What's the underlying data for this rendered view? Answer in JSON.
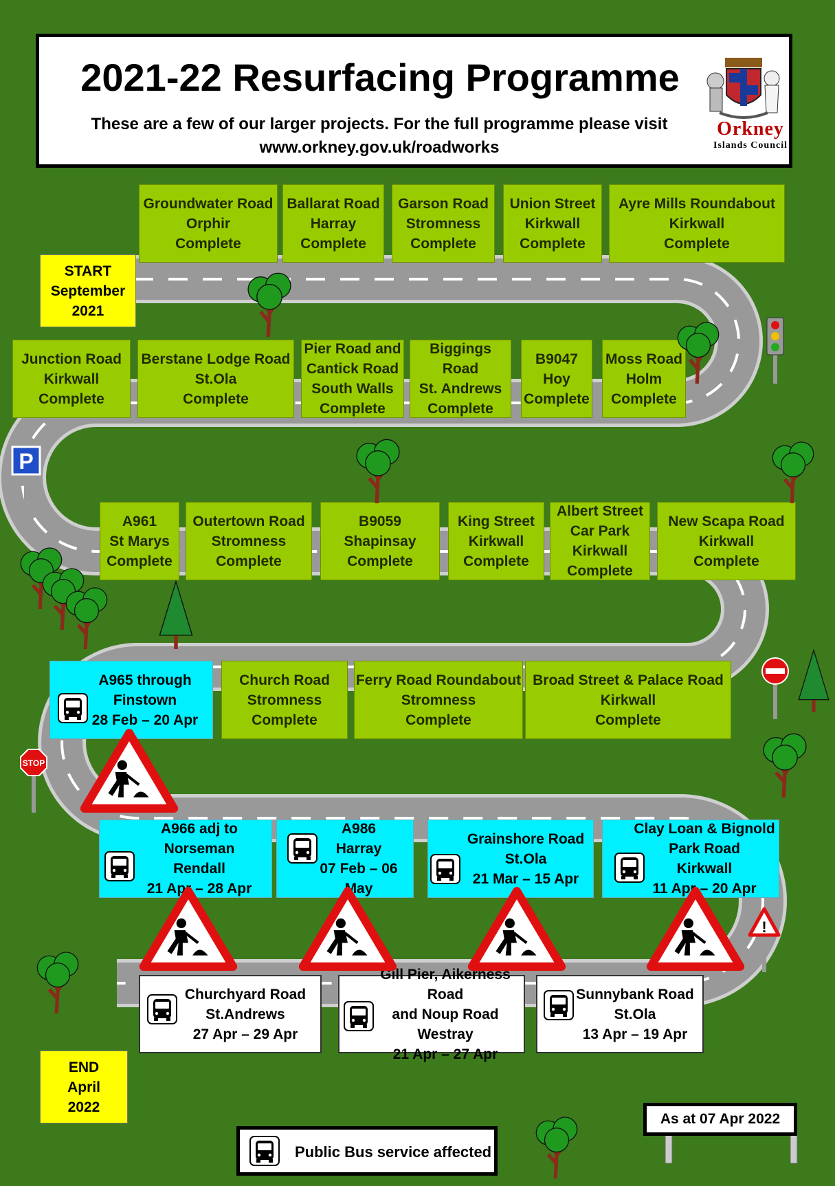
{
  "header": {
    "title": "2021-22 Resurfacing Programme",
    "subtitle_line1": "These are a few of our larger projects. For the full programme please visit",
    "subtitle_line2": "www.orkney.gov.uk/roadworks",
    "logo_name_1": "Orkney",
    "logo_name_2": "Islands Council"
  },
  "start": {
    "label": "START\nSeptember\n2021"
  },
  "end": {
    "label": "END\nApril\n2022"
  },
  "row1": [
    {
      "text": "Groundwater Road\nOrphir\nComplete"
    },
    {
      "text": "Ballarat Road\nHarray\nComplete"
    },
    {
      "text": "Garson Road\nStromness\nComplete"
    },
    {
      "text": "Union Street\nKirkwall\nComplete"
    },
    {
      "text": "Ayre Mills Roundabout\nKirkwall\nComplete"
    }
  ],
  "row2": [
    {
      "text": "Junction Road\nKirkwall\nComplete"
    },
    {
      "text": "Berstane Lodge Road\nSt.Ola\nComplete"
    },
    {
      "text": "Pier Road and\nCantick Road\nSouth Walls\nComplete"
    },
    {
      "text": "Biggings Road\nSt. Andrews\nComplete"
    },
    {
      "text": "B9047\nHoy\nComplete"
    },
    {
      "text": "Moss Road\nHolm\nComplete"
    }
  ],
  "row3": [
    {
      "text": "A961\nSt Marys\nComplete"
    },
    {
      "text": "Outertown Road\nStromness\nComplete"
    },
    {
      "text": "B9059\nShapinsay\nComplete"
    },
    {
      "text": "King Street\nKirkwall\nComplete"
    },
    {
      "text": "Albert Street\nCar Park\nKirkwall\nComplete"
    },
    {
      "text": "New Scapa Road\nKirkwall\nComplete"
    }
  ],
  "row4": [
    {
      "text": "A965 through\nFinstown\n28 Feb – 20 Apr"
    },
    {
      "text": "Church Road\nStromness\nComplete"
    },
    {
      "text": "Ferry Road Roundabout\nStromness\nComplete"
    },
    {
      "text": "Broad Street & Palace Road\nKirkwall\nComplete"
    }
  ],
  "row5": [
    {
      "text": "A966 adj to Norseman\nRendall\n21 Apr – 28 Apr"
    },
    {
      "text": "A986\nHarray\n07 Feb – 06 May"
    },
    {
      "text": "Grainshore Road\nSt.Ola\n21 Mar – 15 Apr"
    },
    {
      "text": "Clay Loan & Bignold\nPark Road\nKirkwall\n11 Apr – 20 Apr"
    }
  ],
  "row6": [
    {
      "text": "Churchyard Road\nSt.Andrews\n27 Apr – 29 Apr"
    },
    {
      "text": "Gill Pier, Aikerness Road\nand Noup Road\nWestray\n21 Apr – 27 Apr"
    },
    {
      "text": "Sunnybank Road\nSt.Ola\n13 Apr – 19 Apr"
    }
  ],
  "legend": {
    "label": "Public Bus service affected"
  },
  "as_at": {
    "label": "As at 07 Apr 2022"
  },
  "signs": {
    "parking": "P",
    "stop": "STOP",
    "warning": "!"
  },
  "colors": {
    "grass": "#3c7a1c",
    "complete": "#99cc00",
    "bus_affected": "#00f0ff",
    "upcoming": "#ffffff",
    "start_end": "#ffff00",
    "road": "#999999"
  },
  "icons": {
    "bus": "bus-icon",
    "roadworks": "roadworks-warning-icon",
    "tree": "tree-icon"
  }
}
